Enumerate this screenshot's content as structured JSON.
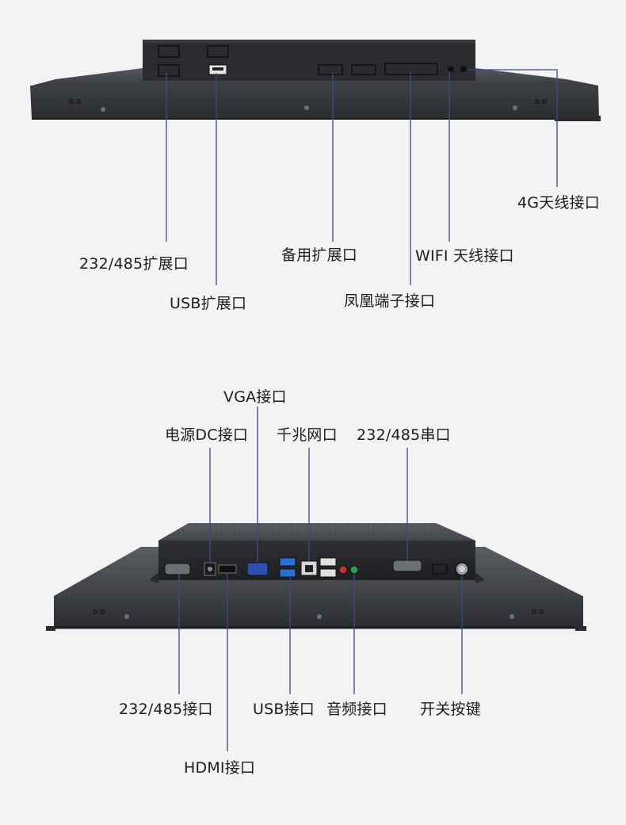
{
  "top_view": {
    "labels": {
      "lte_antenna": "4G天线接口",
      "serial_expansion": "232/485扩展口",
      "spare_expansion": "备用扩展口",
      "wifi_antenna": "WIFI 天线接口",
      "usb_expansion": "USB扩展口",
      "phoenix_terminal": "凤凰端子接口"
    }
  },
  "bottom_view": {
    "labels": {
      "vga_port": "VGA接口",
      "dc_power": "电源DC接口",
      "gigabit_lan": "千兆网口",
      "serial_port": "232/485串口",
      "serial_interface": "232/485接口",
      "usb_port": "USB接口",
      "audio_port": "音频接口",
      "power_switch": "开关按键",
      "hdmi_port": "HDMI接口"
    }
  },
  "colors": {
    "background": "#f3f3f3",
    "leader_line": "#3b4a8a",
    "panel_dark": "#2b2d30",
    "panel_mid": "#3a3c40",
    "usb3_blue": "#2a6fd6",
    "vga_blue": "#2c4fb0",
    "audio_red": "#c8322a",
    "audio_green": "#2f9a55"
  }
}
